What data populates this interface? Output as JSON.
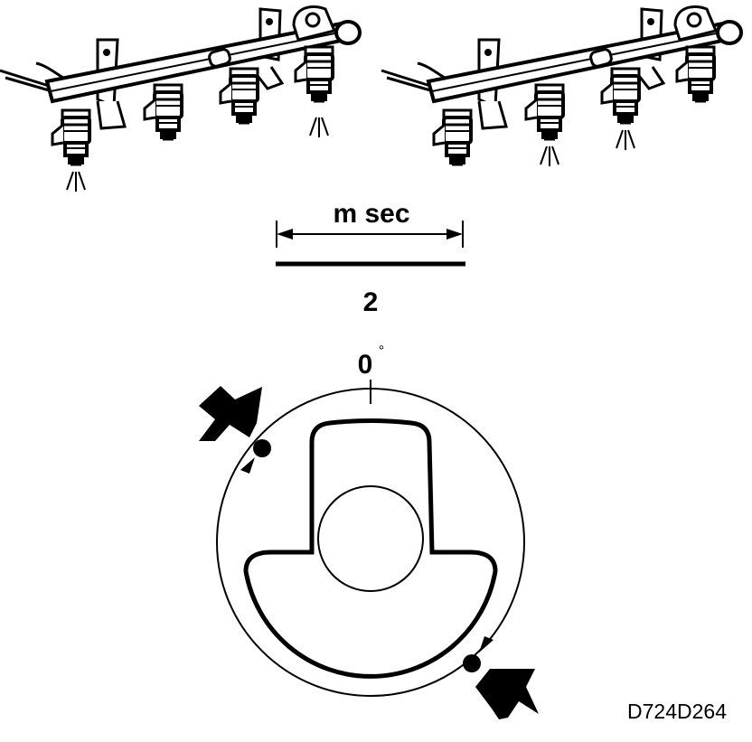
{
  "timing_label": "m sec",
  "pulse_value": "2",
  "angle_zero": "0",
  "degree_symbol": "°",
  "drawing_code": "D724D264",
  "colors": {
    "ink": "#000000",
    "paper": "#ffffff"
  }
}
